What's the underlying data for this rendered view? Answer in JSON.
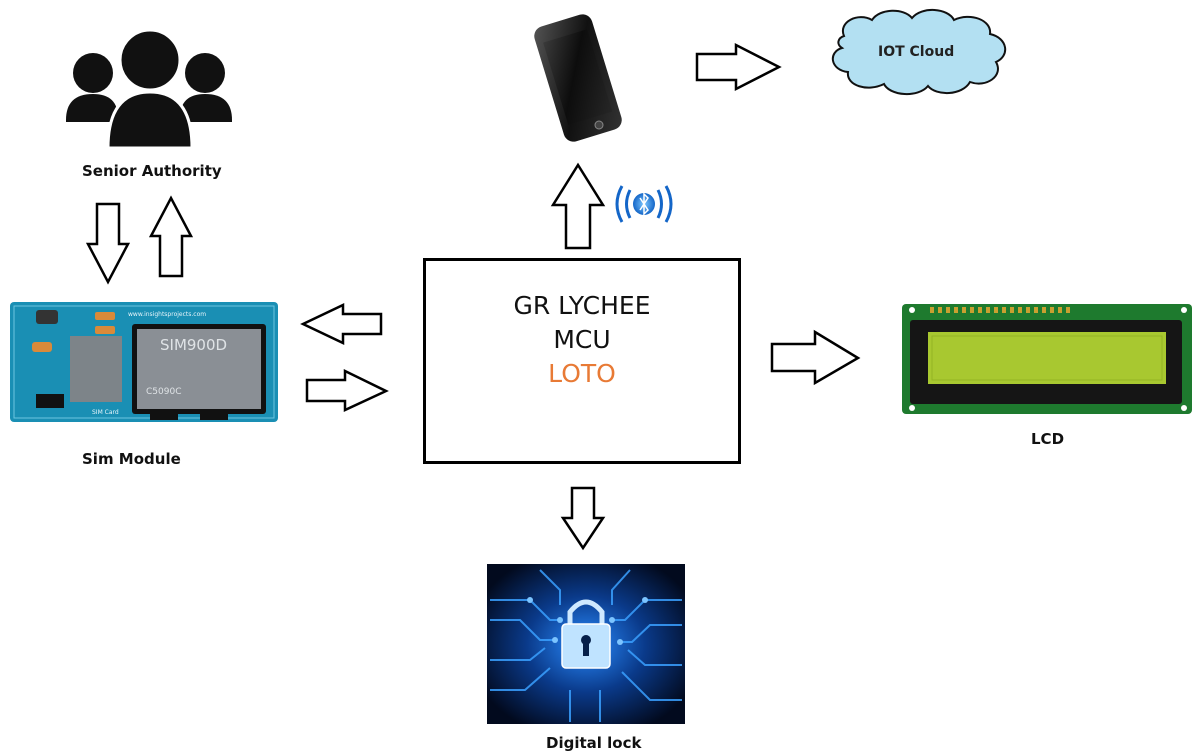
{
  "mcu": {
    "line1": "GR LYCHEE",
    "line2": "MCU",
    "line3": "LOTO",
    "accent_color": "#e87a35"
  },
  "labels": {
    "senior_authority": "Senior Authority",
    "sim_module": "Sim Module",
    "lcd": "LCD",
    "digital_lock": "Digital lock",
    "iot_cloud": "IOT Cloud"
  },
  "sim_module_print": {
    "chip": "SIM900D",
    "chip_sub": "C5090C",
    "website": "www.insightsprojects.com",
    "sim_label": "SIM Card"
  },
  "icons": [
    "users-icon",
    "smartphone-icon",
    "cloud-icon",
    "bluetooth-signal-icon",
    "sim-module-image",
    "lcd-module-image",
    "digital-lock-image"
  ],
  "colors": {
    "cloud_fill": "#b3e0f2",
    "board_blue": "#1a8fb4",
    "lcd_green": "#1e7a2e",
    "lcd_screen": "#a8c830",
    "lock_bg": "#051a3a"
  }
}
